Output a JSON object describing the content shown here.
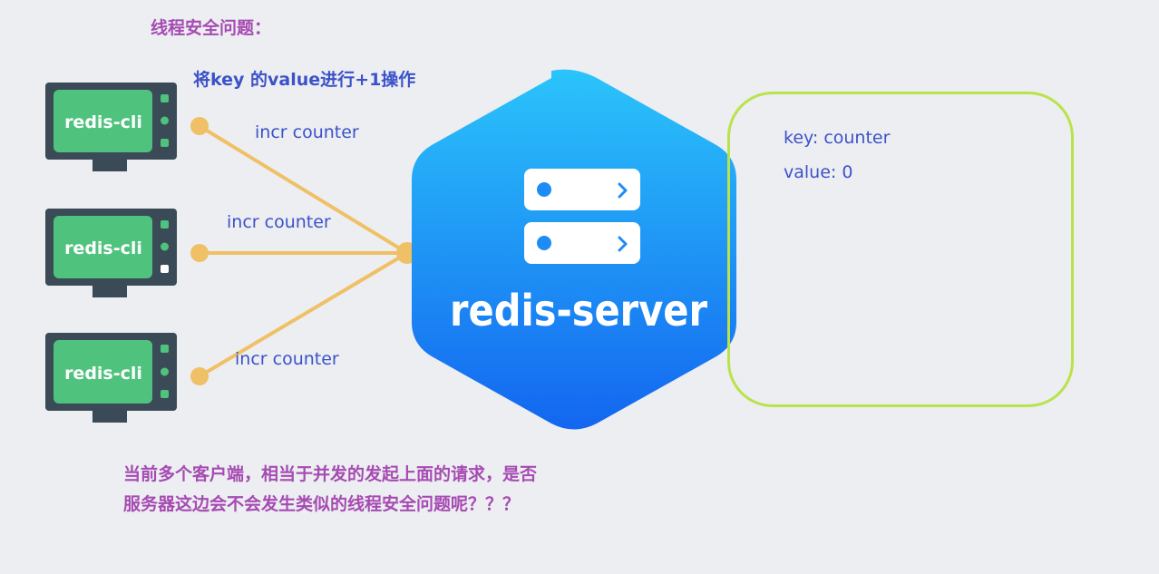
{
  "title": "线程安全问题：",
  "operation": "将key 的value进行+1操作",
  "clients": [
    {
      "label": "redis-cli"
    },
    {
      "label": "redis-cli"
    },
    {
      "label": "redis-cli"
    }
  ],
  "commands": [
    "incr counter",
    "incr counter",
    "incr counter"
  ],
  "server": {
    "label": "redis-server"
  },
  "store": {
    "key_line": "key: counter",
    "value_line": "value: 0"
  },
  "question": {
    "line1": "当前多个客户端，相当于并发的发起上面的请求，是否",
    "line2": "服务器这边会不会发生类似的线程安全问题呢？？？"
  },
  "colors": {
    "title": "#a64bb3",
    "text_blue": "#3c52c9",
    "line_orange": "#f0c066",
    "client_frame": "#3a4a57",
    "client_screen": "#4fc27e",
    "server_top": "#2bbdf8",
    "server_bottom": "#1368f0",
    "store_border": "#b9e34a"
  }
}
